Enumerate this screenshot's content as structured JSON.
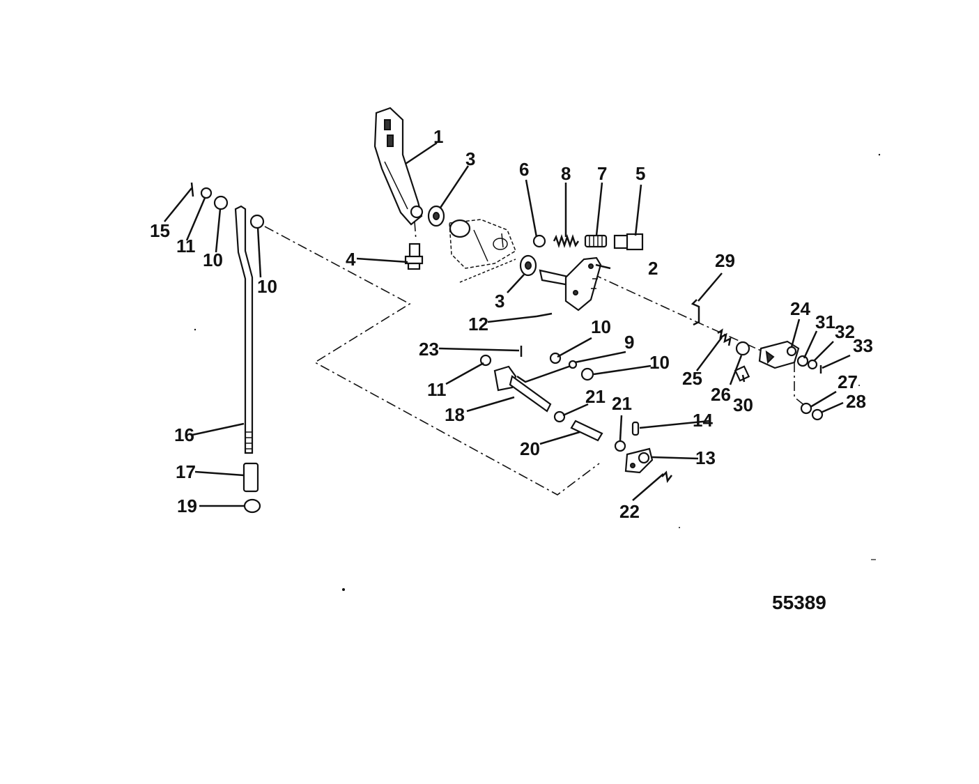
{
  "figure_number": "55389",
  "labels": {
    "l1": "1",
    "l2": "2",
    "l3a": "3",
    "l3b": "3",
    "l4": "4",
    "l5": "5",
    "l6": "6",
    "l7": "7",
    "l8": "8",
    "l9": "9",
    "l10a": "10",
    "l10b": "10",
    "l10c": "10",
    "l10d": "10",
    "l11a": "11",
    "l11b": "11",
    "l12": "12",
    "l13": "13",
    "l14": "14",
    "l15": "15",
    "l16": "16",
    "l17": "17",
    "l18": "18",
    "l19": "19",
    "l20": "20",
    "l21a": "21",
    "l21b": "21",
    "l22": "22",
    "l23": "23",
    "l24": "24",
    "l25": "25",
    "l26": "26",
    "l27": "27",
    "l28": "28",
    "l29": "29",
    "l30": "30",
    "l31": "31",
    "l32": "32",
    "l33": "33"
  }
}
